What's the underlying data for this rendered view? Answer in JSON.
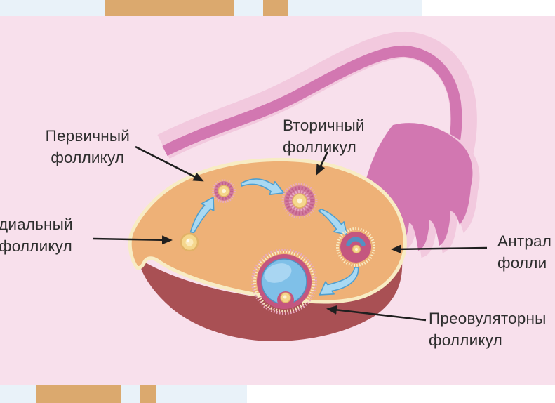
{
  "palette": {
    "bg_pink": "#f8e0ec",
    "strip_blue": "#e9f2f9",
    "strip_tan": "#dba96e",
    "strip_white": "#ffffff",
    "tube_light": "#f2c9de",
    "tube_dark": "#d277b1",
    "ovary_body": "#eeb177",
    "ovary_outline": "#f8ecc4",
    "ovary_base": "#a95054",
    "follicle_pink": "#d07a9e",
    "follicle_pink_deep": "#c4567f",
    "follicle_pink_light": "#e8aac4",
    "follicle_texture": "#c2608a",
    "ovum_yellow": "#f5d78d",
    "ovum_ring": "#e2b267",
    "ovum_light": "#fdf4da",
    "fluid_blue": "#7fc0e8",
    "fluid_blue_dark": "#5490c2",
    "fluid_highlight": "#aed8f3",
    "arrow_blue_fill": "#a9d9f2",
    "arrow_blue_stroke": "#4e9fd0",
    "label_arrow": "#1f1f1f",
    "text": "#2e2e2e"
  },
  "diagram": {
    "labels": {
      "primary": {
        "line1": "Первичный",
        "line2": "фолликул"
      },
      "secondary": {
        "line1": "Вторичный",
        "line2": "фолликул"
      },
      "primordial": {
        "line1": "диальный",
        "line2": "фолликул"
      },
      "antral": {
        "line1": "Антрал",
        "line2": "фолли"
      },
      "preovulatory": {
        "line1": "Преовуляторны",
        "line2": "фолликул"
      }
    }
  }
}
